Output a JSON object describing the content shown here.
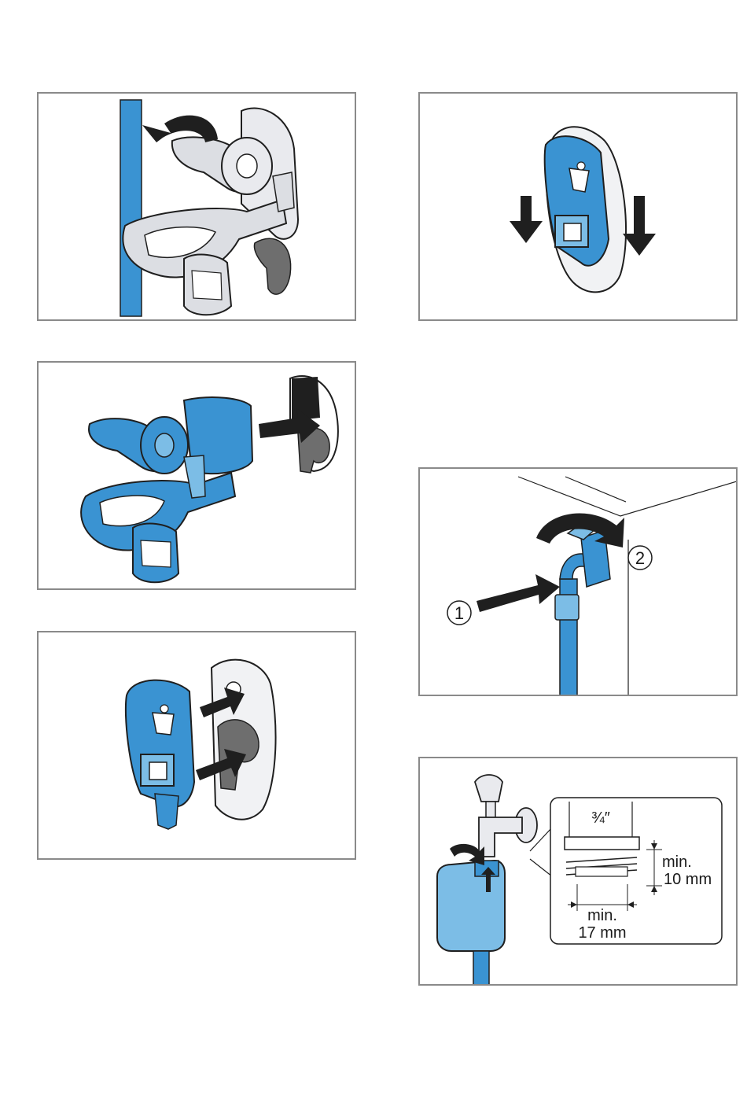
{
  "colors": {
    "blue": "#3a93d2",
    "light_blue": "#7cbde6",
    "grey_part": "#dcdee3",
    "dark_grey": "#6e6e6e",
    "arrow": "#1f1f1f",
    "frame": "#8a8a8a"
  },
  "panels": {
    "step1": {
      "icon": "curved-arrow-icon"
    },
    "step2": {
      "icon": "down-arrows-icon"
    },
    "step3": {
      "icon": "insert-arrow-icon"
    },
    "step4": {
      "icon": "connect-hose-icon",
      "callout_1": "1",
      "callout_2": "2"
    },
    "step5": {
      "icon": "mount-arrows-icon"
    },
    "step6": {
      "icon": "tap-connector-icon",
      "thread_label": "¾″",
      "min_height_line1": "min.",
      "min_height_line2": "10 mm",
      "min_width_line1": "min.",
      "min_width_line2": "17 mm"
    }
  }
}
